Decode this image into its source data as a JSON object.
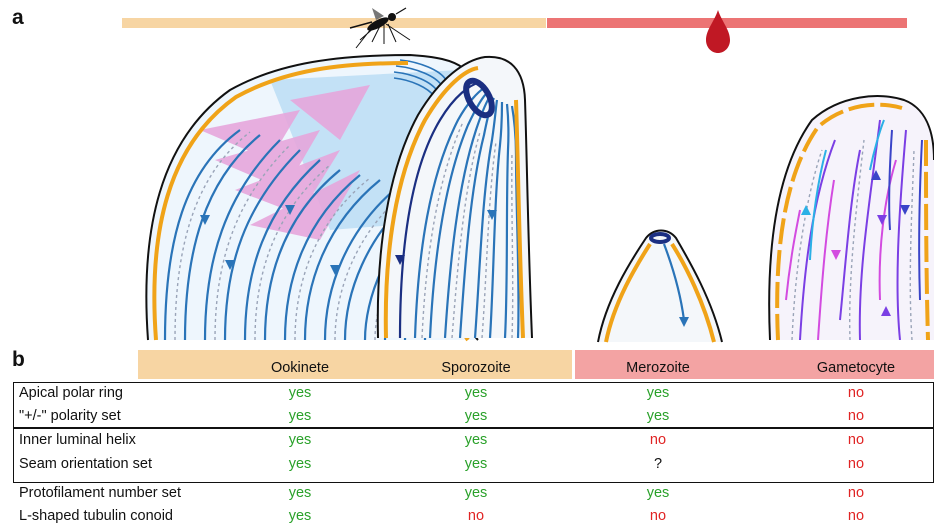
{
  "panels": {
    "a": "a",
    "b": "b"
  },
  "icons": {
    "vector": "mosquito-icon",
    "host": "blood-drop-icon"
  },
  "colors": {
    "mosquito_bar": "#f7d5a3",
    "blood_bar": "#ec7474",
    "pellicle": "#f0a318",
    "microtubule": "#2a74b8",
    "apical_ring": "#1b2f82",
    "yes": "#2aa12a",
    "no": "#e02424",
    "unknown": "#111111"
  },
  "table": {
    "columns": [
      "Ookinete",
      "Sporozoite",
      "Merozoite",
      "Gametocyte"
    ],
    "rows": [
      {
        "label": "Apical polar ring",
        "values": [
          "yes",
          "yes",
          "yes",
          "no"
        ]
      },
      {
        "label": "\"+/-\" polarity set",
        "values": [
          "yes",
          "yes",
          "yes",
          "no"
        ]
      },
      {
        "label": "Inner luminal helix",
        "values": [
          "yes",
          "yes",
          "no",
          "no"
        ]
      },
      {
        "label": "Seam orientation set",
        "values": [
          "yes",
          "yes",
          "?",
          "no"
        ]
      },
      {
        "label": "Protofilament number set",
        "values": [
          "yes",
          "yes",
          "yes",
          "no"
        ]
      },
      {
        "label": "L-shaped tubulin conoid",
        "values": [
          "yes",
          "no",
          "no",
          "no"
        ]
      }
    ]
  }
}
